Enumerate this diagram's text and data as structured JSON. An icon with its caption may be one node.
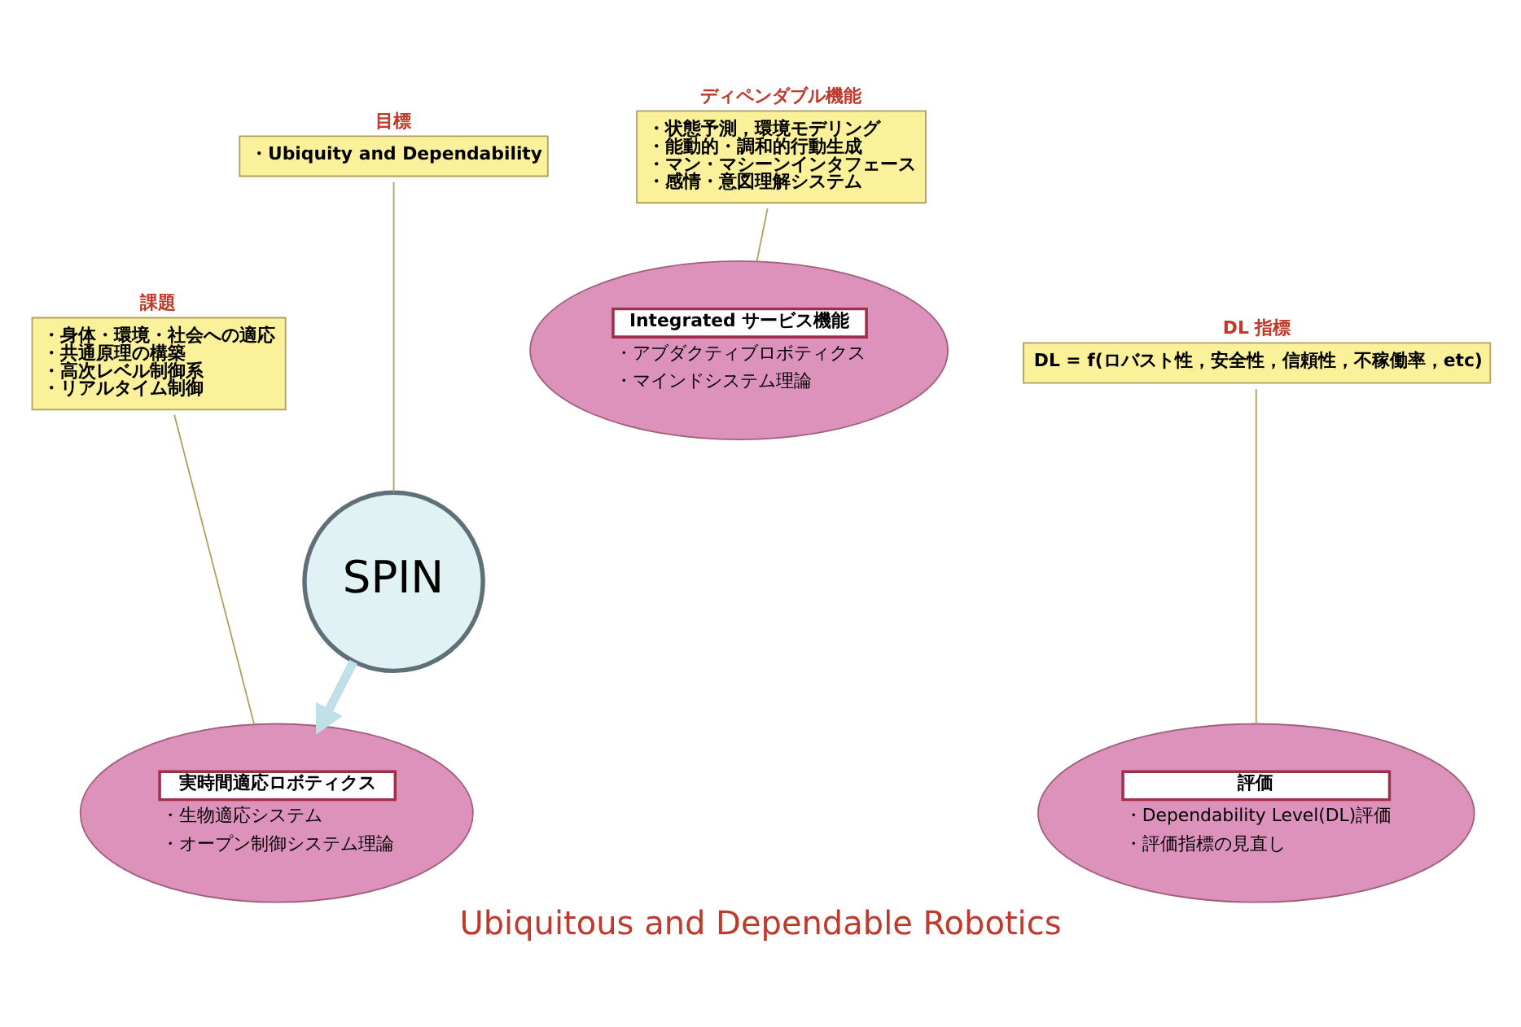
{
  "diagram": {
    "caption": "Ubiquitous and Dependable Robotics",
    "nodes": [
      {
        "text": [
          "Integrated サービス機能",
          "・アブダクティブロボティクス",
          "・マインドシステム理論"
        ]
      },
      {
        "text": [
          "評価",
          "・Dependability Level(DL)評価",
          "・評価指標の見直し"
        ]
      },
      {
        "text": [
          "実時間適応ロボティクス",
          "・生物適応システム",
          "・オープン制御システム理論"
        ]
      },
      {
        "text": [
          "SPIN"
        ]
      },
      {
        "text": [
          "ディペンダブル機能",
          "・状態予測，環境モデリング",
          "・能動的・調和的行動生成",
          "・マン・マシーンインタフェース",
          "・感情・意図理解システム"
        ]
      },
      {
        "text": [
          "目標",
          "・Ubiquity and Dependability"
        ]
      },
      {
        "text": [
          "課題",
          "・身体・環境・社会への適応",
          "・共通原理の構築",
          "・高次レベル制御系",
          "・リアルタイム制御"
        ]
      },
      {
        "text": [
          "DL 指標",
          "DL = f(ロバスト性，安全性，信頼性，不稼働率，etc)"
        ]
      }
    ],
    "edges": [
      {
        "from": 4,
        "to": 0,
        "arrow": "none"
      },
      {
        "from": 5,
        "to": 3,
        "arrow": "none"
      },
      {
        "from": 6,
        "to": 2,
        "arrow": "none"
      },
      {
        "from": 7,
        "to": 1,
        "arrow": "none"
      },
      {
        "from": 3,
        "to": 2,
        "arrow": "to",
        "style": "thick",
        "color": "#bfe0e6"
      }
    ]
  }
}
